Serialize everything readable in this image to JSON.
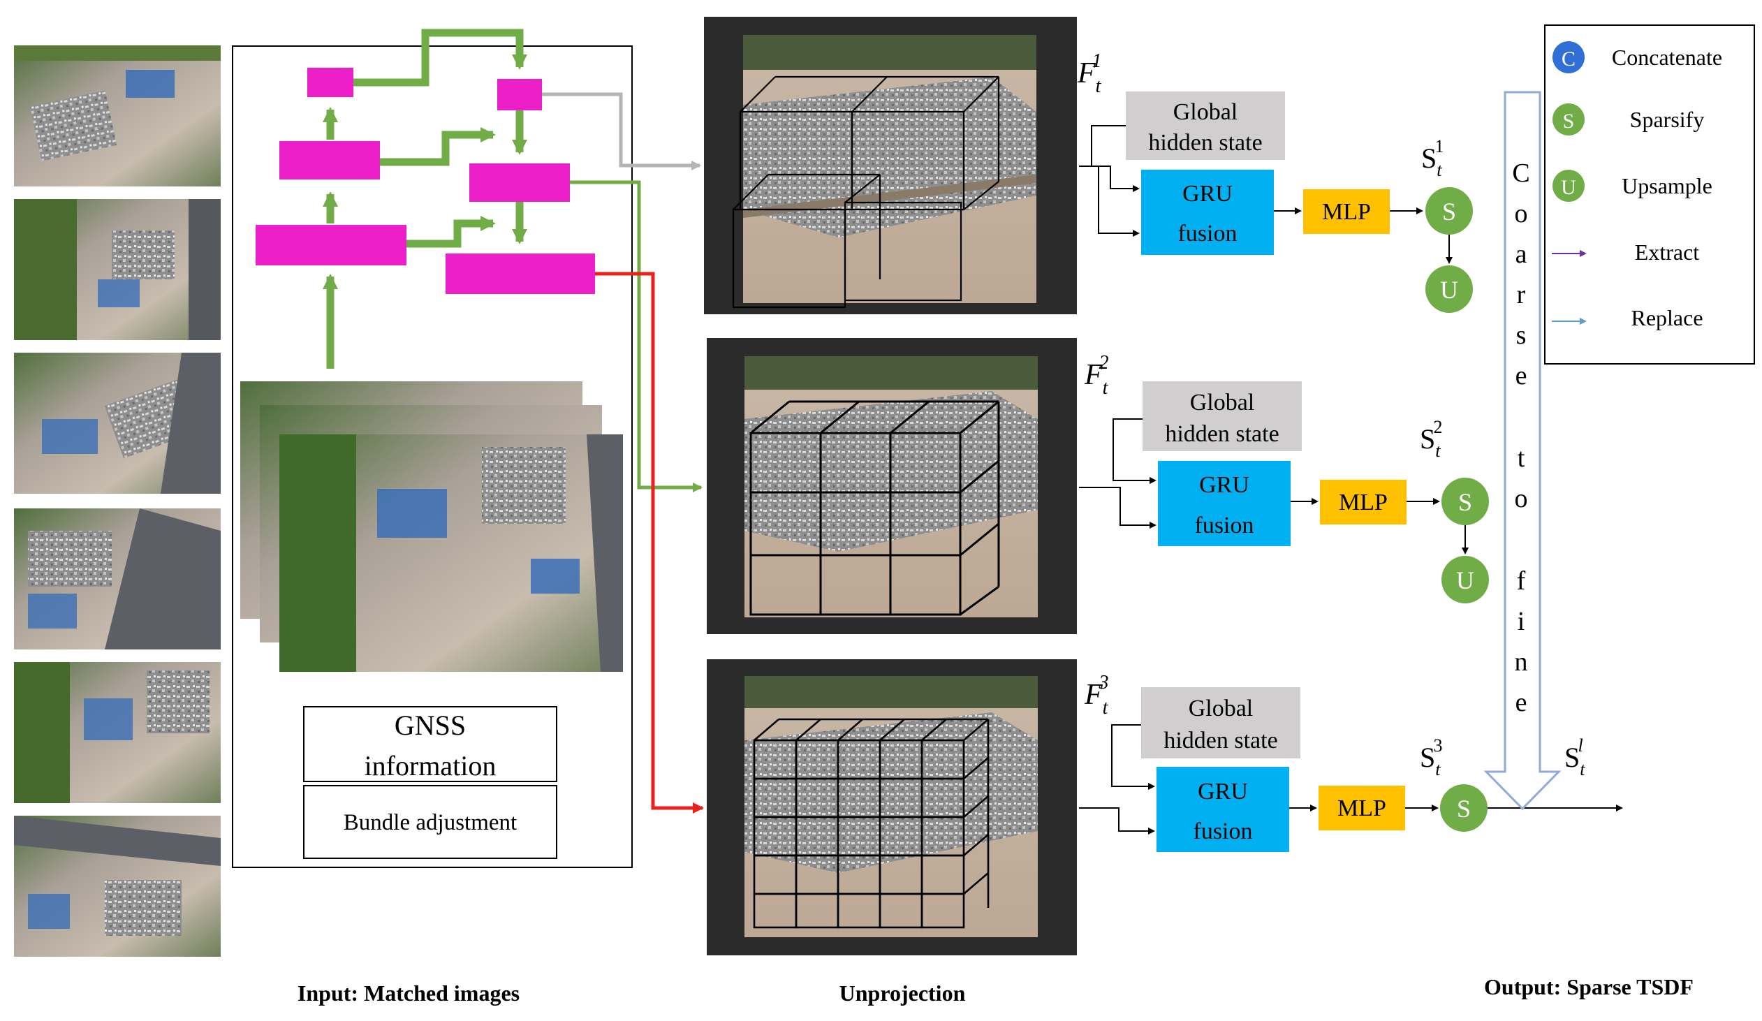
{
  "input_panel": {
    "caption": "Input: Matched images",
    "gnss_line1": "GNSS",
    "gnss_line2": "information",
    "bundle_adjustment": "Bundle adjustment"
  },
  "unprojection": {
    "caption": "Unprojection"
  },
  "levels": [
    {
      "feature_symbol": "F",
      "feature_sub": "t",
      "feature_sup": "1",
      "global_line1": "Global",
      "global_line2": "hidden state",
      "gru_line1": "GRU",
      "gru_line2": "fusion",
      "mlp": "MLP",
      "s_symbol": "S",
      "s_sub": "t",
      "s_sup": "1",
      "sparsify_node": "S",
      "upsample_node": "U"
    },
    {
      "feature_symbol": "F",
      "feature_sub": "t",
      "feature_sup": "2",
      "global_line1": "Global",
      "global_line2": "hidden state",
      "gru_line1": "GRU",
      "gru_line2": "fusion",
      "mlp": "MLP",
      "s_symbol": "S",
      "s_sub": "t",
      "s_sup": "2",
      "sparsify_node": "S",
      "upsample_node": "U"
    },
    {
      "feature_symbol": "F",
      "feature_sub": "t",
      "feature_sup": "3",
      "global_line1": "Global",
      "global_line2": "hidden state",
      "gru_line1": "GRU",
      "gru_line2": "fusion",
      "mlp": "MLP",
      "s_symbol": "S",
      "s_sub": "t",
      "s_sup": "3",
      "sparsify_node": "S"
    }
  ],
  "final_output": {
    "s_symbol": "S",
    "s_sub": "t",
    "s_sup": "l"
  },
  "coarse_to_fine": [
    "C",
    "o",
    "a",
    "r",
    "s",
    "e",
    "t",
    "o",
    "f",
    "i",
    "n",
    "e"
  ],
  "output_caption": "Output: Sparse TSDF",
  "legend": {
    "items": [
      {
        "glyph": "C",
        "label": "Concatenate"
      },
      {
        "glyph": "S",
        "label": "Sparsify"
      },
      {
        "glyph": "U",
        "label": "Upsample"
      },
      {
        "glyph": "",
        "label": "Extract"
      },
      {
        "glyph": "",
        "label": "Replace"
      }
    ]
  },
  "colors": {
    "magenta": "#ec1fc8",
    "green_arrow": "#70ad47",
    "gray_arrow": "#b4b4b4",
    "red_arrow": "#e8231d",
    "gru_blue": "#00b0f0",
    "mlp_yellow": "#ffc000",
    "node_green": "#70ad47",
    "concat_blue": "#2f6fd6",
    "extract_purple": "#7030a0",
    "replace_blue": "#5b9bd5",
    "global_gray": "#d0cece",
    "coarse_arrow": "#8faadc"
  }
}
